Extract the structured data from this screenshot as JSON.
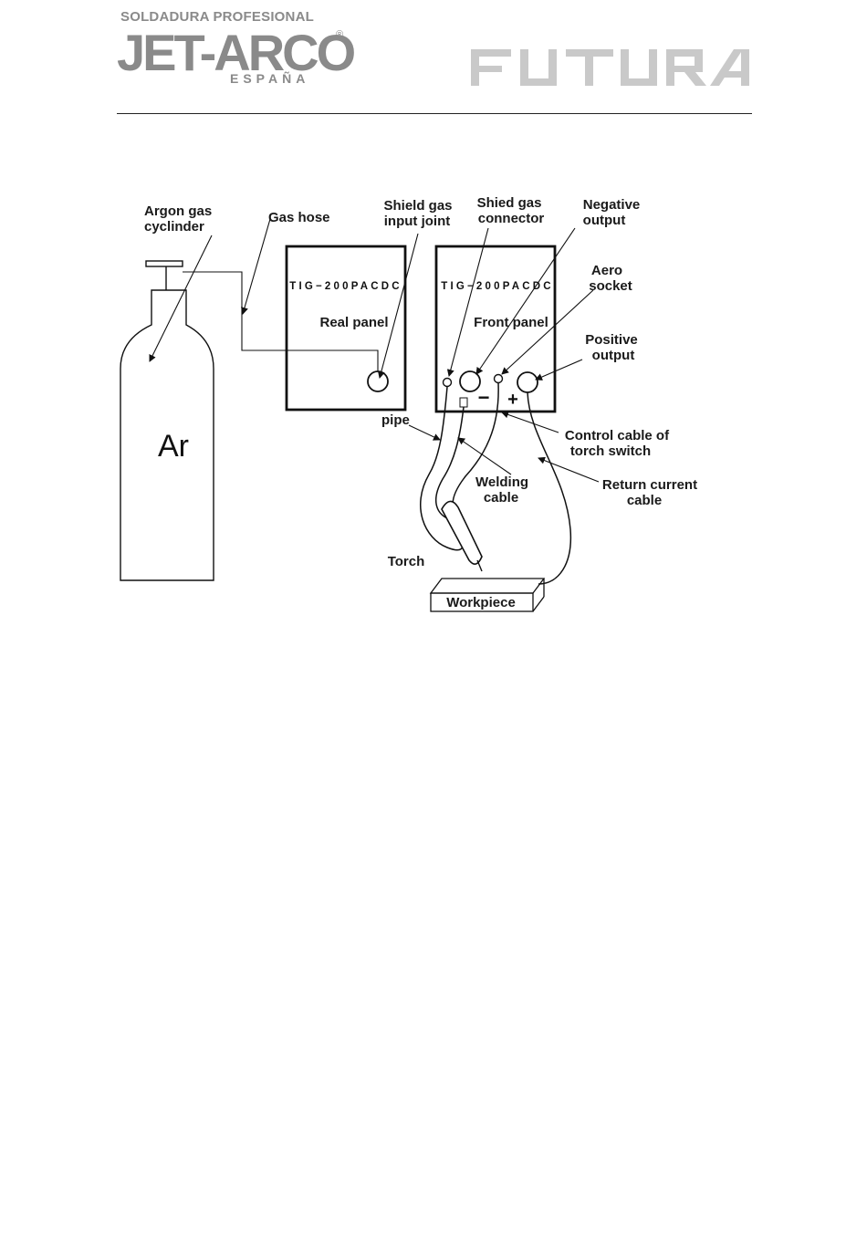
{
  "header": {
    "brand_tagline": "SOLDADURA PROFESIONAL",
    "brand_name": "JET-ARCO",
    "brand_registered": "®",
    "brand_country": "ESPAÑA",
    "partner_logo": "FUTURA"
  },
  "diagram": {
    "labels": {
      "argon_gas_line1": "Argon gas",
      "argon_gas_line2": "cyclinder",
      "gas_hose": "Gas hose",
      "shield_input_line1": "Shield gas",
      "shield_input_line2": "input joint",
      "shied_connector_line1": "Shied gas",
      "shied_connector_line2": "connector",
      "negative_line1": "Negative",
      "negative_line2": "output",
      "aero_line1": "Aero",
      "aero_line2": "socket",
      "positive_line1": "Positive",
      "positive_line2": "output",
      "control_line1": "Control cable of",
      "control_line2": "torch switch",
      "return_line1": "Return current",
      "return_line2": "cable",
      "welding_line1": "Welding",
      "welding_line2": "cable",
      "pipe": "pipe",
      "torch": "Torch",
      "workpiece": "Workpiece",
      "cylinder_symbol": "Ar",
      "rear_model": "TIG−200PACDC",
      "rear_panel": "Real panel",
      "front_model": "TIG−200PACDC",
      "front_panel": "Front panel",
      "minus_sign": "−",
      "plus_sign": "+"
    }
  }
}
